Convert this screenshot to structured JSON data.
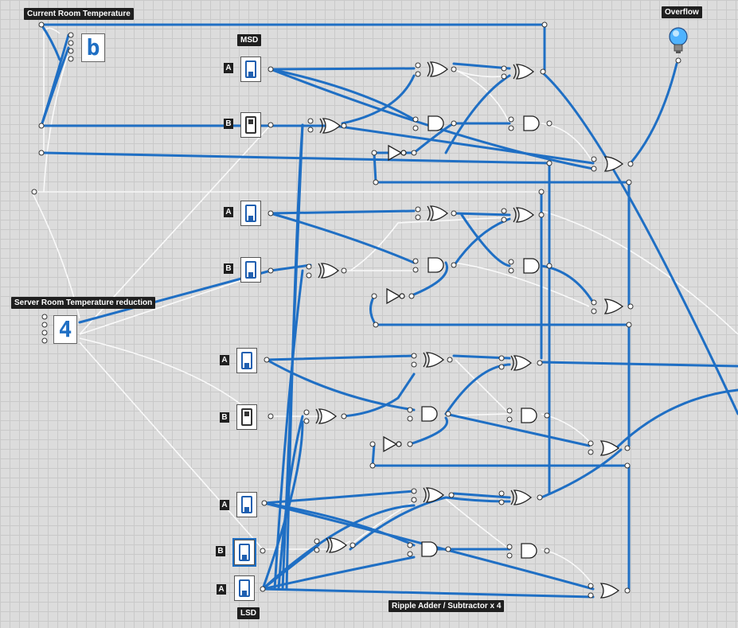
{
  "labels": {
    "current_temp": "Current Room Temperature",
    "server_reduction": "Server Room Temperature reduction",
    "msd": "MSD",
    "lsd": "LSD",
    "overflow": "Overflow",
    "ripple": "Ripple Adder / Subtractor x 4"
  },
  "displays": {
    "current": "b",
    "reduction": "4"
  },
  "switch_labels": {
    "a": "A",
    "b": "B"
  },
  "colors": {
    "wire_on": "#1f6fc4",
    "wire_off": "#ffffff",
    "background": "#dcdcdc"
  }
}
